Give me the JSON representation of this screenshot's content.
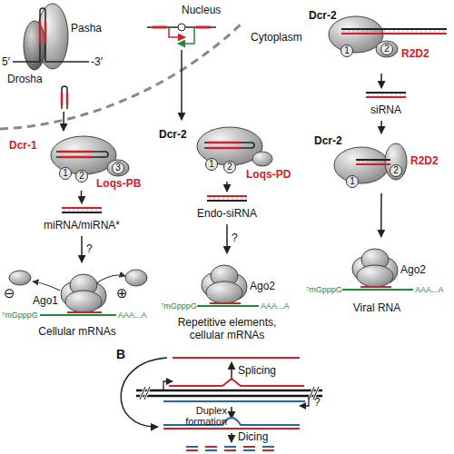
{
  "diagram": {
    "nodes": [
      {
        "text": [
          "Pasha",
          "Drosha",
          "5′",
          "-3′"
        ]
      },
      {
        "text": [
          "Dcr-1",
          "1",
          "2",
          "3",
          "Loqs-PB"
        ]
      },
      {
        "text": [
          "miRNA/miRNA*"
        ]
      },
      {
        "text": [
          "Ago1",
          "⊖",
          "⊕",
          "⁷mGpppG",
          "AAA...A",
          "Cellular mRNAs"
        ]
      },
      {
        "text": [
          "Dcr-2",
          "1",
          "2",
          "Loqs-PD"
        ]
      },
      {
        "text": [
          "Endo-siRNA"
        ]
      },
      {
        "text": [
          "Ago2",
          "⁷mGpppG",
          "AAA...A",
          "Repetitive elements, cellular mRNAs"
        ]
      },
      {
        "text": [
          "Dcr-2",
          "1",
          "2",
          "R2D2"
        ]
      },
      {
        "text": [
          "siRNA"
        ]
      },
      {
        "text": [
          "Dcr-2",
          "1",
          "2",
          "R2D2"
        ]
      },
      {
        "text": [
          "Ago2",
          "⁷mGpppG",
          "AAA...A",
          "Viral RNA"
        ]
      }
    ],
    "edges": [
      {
        "from": 0,
        "to": 1,
        "arrow": "to"
      },
      {
        "from": 1,
        "to": 2,
        "arrow": "to"
      },
      {
        "from": 2,
        "to": 3,
        "label": "?",
        "arrow": "to"
      },
      {
        "from": 4,
        "to": 5,
        "arrow": "to"
      },
      {
        "from": 5,
        "to": 6,
        "label": "?",
        "arrow": "to"
      },
      {
        "from": 7,
        "to": 8,
        "arrow": "to"
      },
      {
        "from": 8,
        "to": 9,
        "arrow": "to"
      },
      {
        "from": 9,
        "to": 10,
        "arrow": "to"
      }
    ],
    "labels": [
      "Nucleus",
      "Cytoplasm",
      "B",
      "Splicing",
      "?",
      "Duplex formation",
      "Dicing"
    ]
  }
}
